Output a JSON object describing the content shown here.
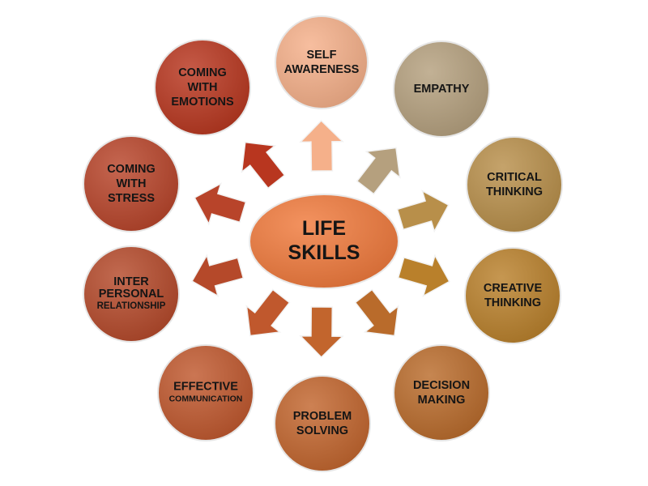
{
  "center": {
    "lines": [
      "LIFE",
      "SKILLS"
    ],
    "color": "#f07a3c"
  },
  "nodes": [
    {
      "id": "self-awareness",
      "lines": [
        "SELF",
        "AWARENESS"
      ],
      "color": "#f5b08a"
    },
    {
      "id": "empathy",
      "lines": [
        "EMPATHY"
      ],
      "color": "#b5a07e"
    },
    {
      "id": "critical-thinking",
      "lines": [
        "CRITICAL",
        "THINKING"
      ],
      "color": "#b88f4a"
    },
    {
      "id": "creative-thinking",
      "lines": [
        "CREATIVE",
        "THINKING"
      ],
      "color": "#b9802b"
    },
    {
      "id": "decision-making",
      "lines": [
        "DECISION",
        "MAKING"
      ],
      "color": "#b96b2b"
    },
    {
      "id": "problem-solving",
      "lines": [
        "PROBLEM",
        "SOLVING"
      ],
      "color": "#c2652d"
    },
    {
      "id": "effective-communication",
      "lines": [
        "EFFECTIVE",
        "COMMUNICATION"
      ],
      "color": "#c0582d"
    },
    {
      "id": "inter-personal-relationship",
      "lines": [
        "INTER",
        "PERSONAL",
        "RELATIONSHIP"
      ],
      "color": "#b5492a"
    },
    {
      "id": "coming-with-stress",
      "lines": [
        "COMING",
        "WITH",
        "STRESS"
      ],
      "color": "#b8442a"
    },
    {
      "id": "coming-with-emotions",
      "lines": [
        "COMING",
        "WITH",
        "EMOTIONS"
      ],
      "color": "#b8361f"
    }
  ]
}
